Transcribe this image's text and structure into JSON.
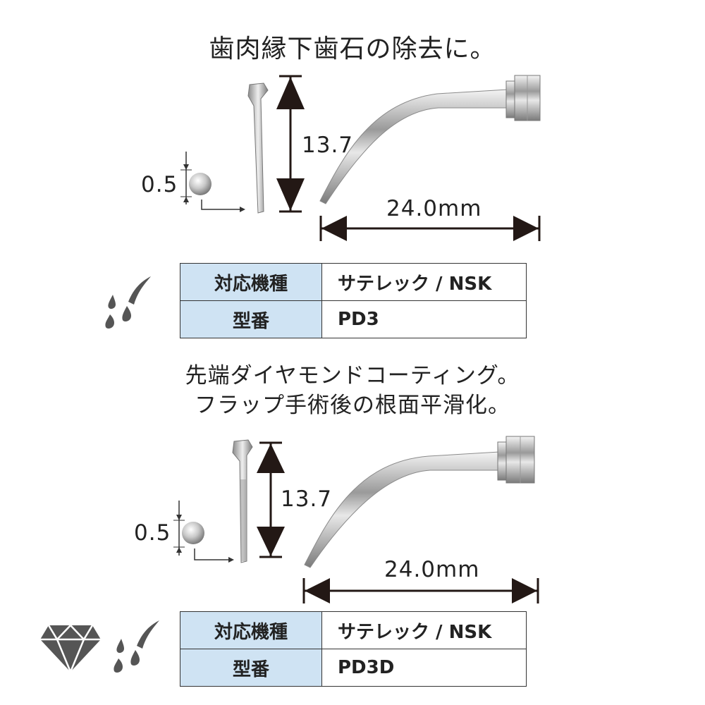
{
  "section1": {
    "heading": "歯肉縁下歯石の除去に。",
    "dim_tip": "0.5",
    "dim_height": "13.7",
    "dim_length": "24.0mm",
    "table": [
      {
        "label": "対応機種",
        "value": "サテレック / NSK"
      },
      {
        "label": "型番",
        "value": "PD3"
      }
    ]
  },
  "section2": {
    "heading_line1": "先端ダイヤモンドコーティング。",
    "heading_line2": "フラップ手術後の根面平滑化。",
    "dim_tip": "0.5",
    "dim_height": "13.7",
    "dim_length": "24.0mm",
    "table": [
      {
        "label": "対応機種",
        "value": "サテレック / NSK"
      },
      {
        "label": "型番",
        "value": "PD3D"
      }
    ]
  },
  "colors": {
    "table_label_bg": "#cfe3f3",
    "arrow": "#231815",
    "icon": "#555555"
  }
}
